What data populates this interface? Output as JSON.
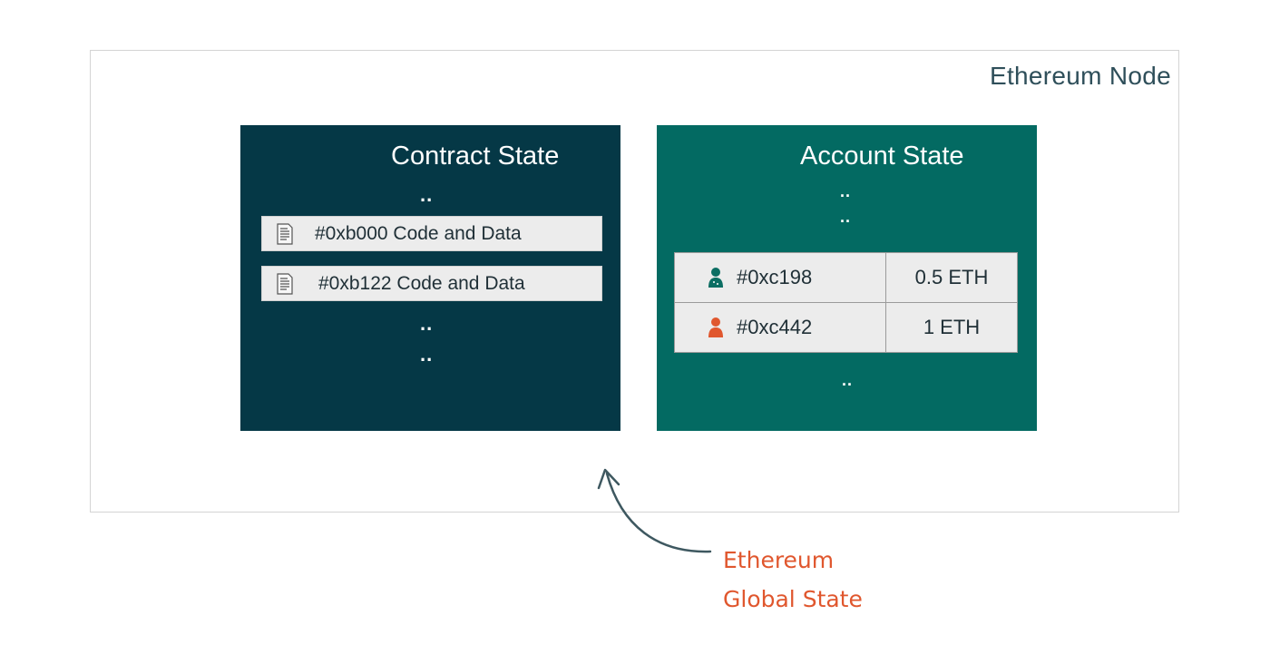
{
  "node": {
    "title": "Ethereum Node"
  },
  "contract_state": {
    "title": "Contract State",
    "dots_top": "..",
    "items": [
      {
        "icon": "document-icon",
        "label": "#0xb000 Code and Data"
      },
      {
        "icon": "document-icon",
        "label": "#0xb122 Code and Data"
      }
    ],
    "dots_bottom_1": "..",
    "dots_bottom_2": ".."
  },
  "account_state": {
    "title": "Account State",
    "dots_top_1": "..",
    "dots_top_2": "..",
    "accounts": [
      {
        "icon": "user-icon",
        "icon_color": "#0c6e63",
        "address": "#0xc198",
        "balance": "0.5 ETH"
      },
      {
        "icon": "user-icon",
        "icon_color": "#e0572e",
        "address": "#0xc442",
        "balance": "1 ETH"
      }
    ],
    "dots_bottom": ".."
  },
  "annotation": {
    "line1": "Ethereum",
    "line2": "Global State",
    "color": "#e0572e"
  },
  "colors": {
    "contract_panel": "#053846",
    "account_panel": "#036a62",
    "node_title": "#2f4f5a"
  }
}
